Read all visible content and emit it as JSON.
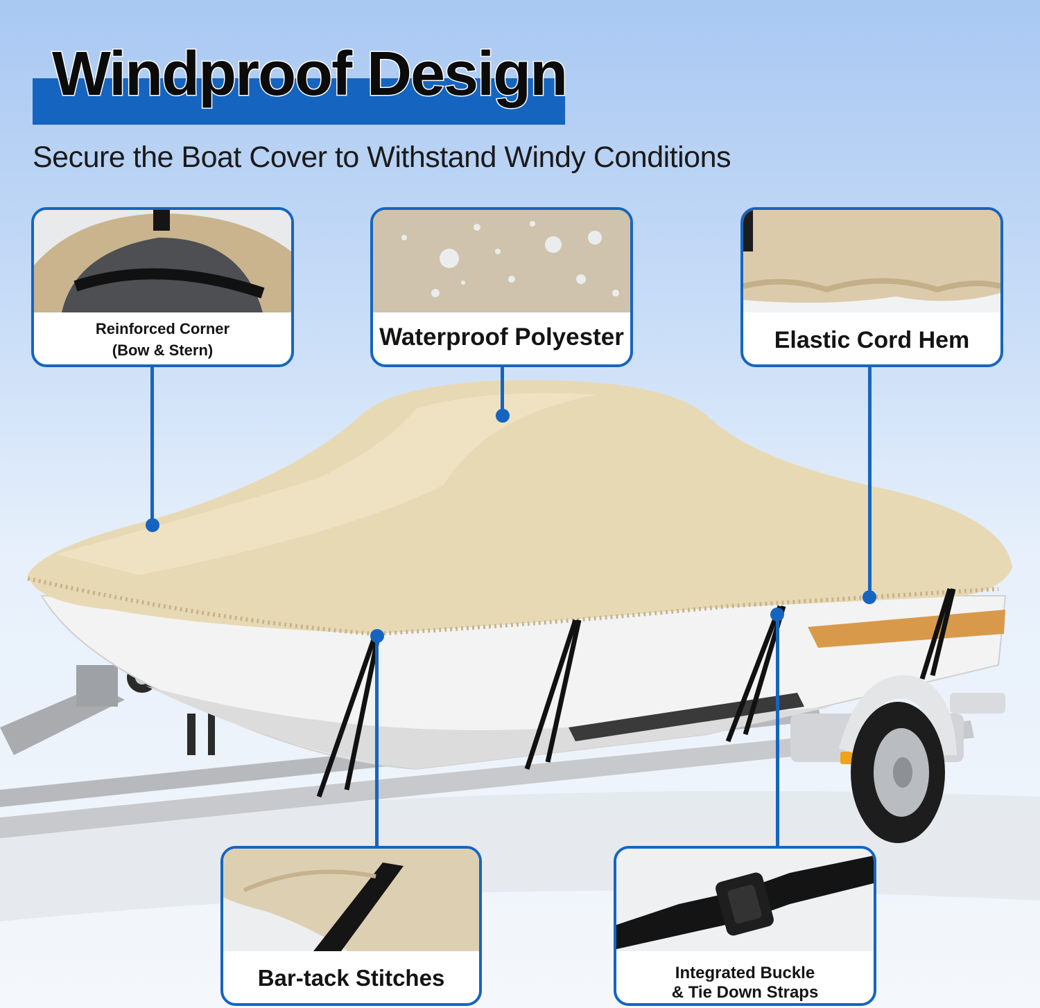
{
  "header": {
    "title": "Windproof Design",
    "subtitle": "Secure the Boat Cover to Withstand Windy Conditions"
  },
  "callouts": {
    "reinforced_corner": {
      "line1": "Reinforced Corner",
      "line2": "(Bow & Stern)"
    },
    "waterproof": {
      "label": "Waterproof Polyester"
    },
    "elastic_hem": {
      "label": "Elastic Cord Hem"
    },
    "bar_tack": {
      "label": "Bar-tack Stitches"
    },
    "buckle": {
      "line1": "Integrated Buckle",
      "line2": "& Tie Down Straps"
    }
  },
  "colors": {
    "accent": "#1565c0",
    "cover": "#e8d9b5",
    "hull": "#f2f2f2",
    "stripe": "#d89a4a"
  }
}
